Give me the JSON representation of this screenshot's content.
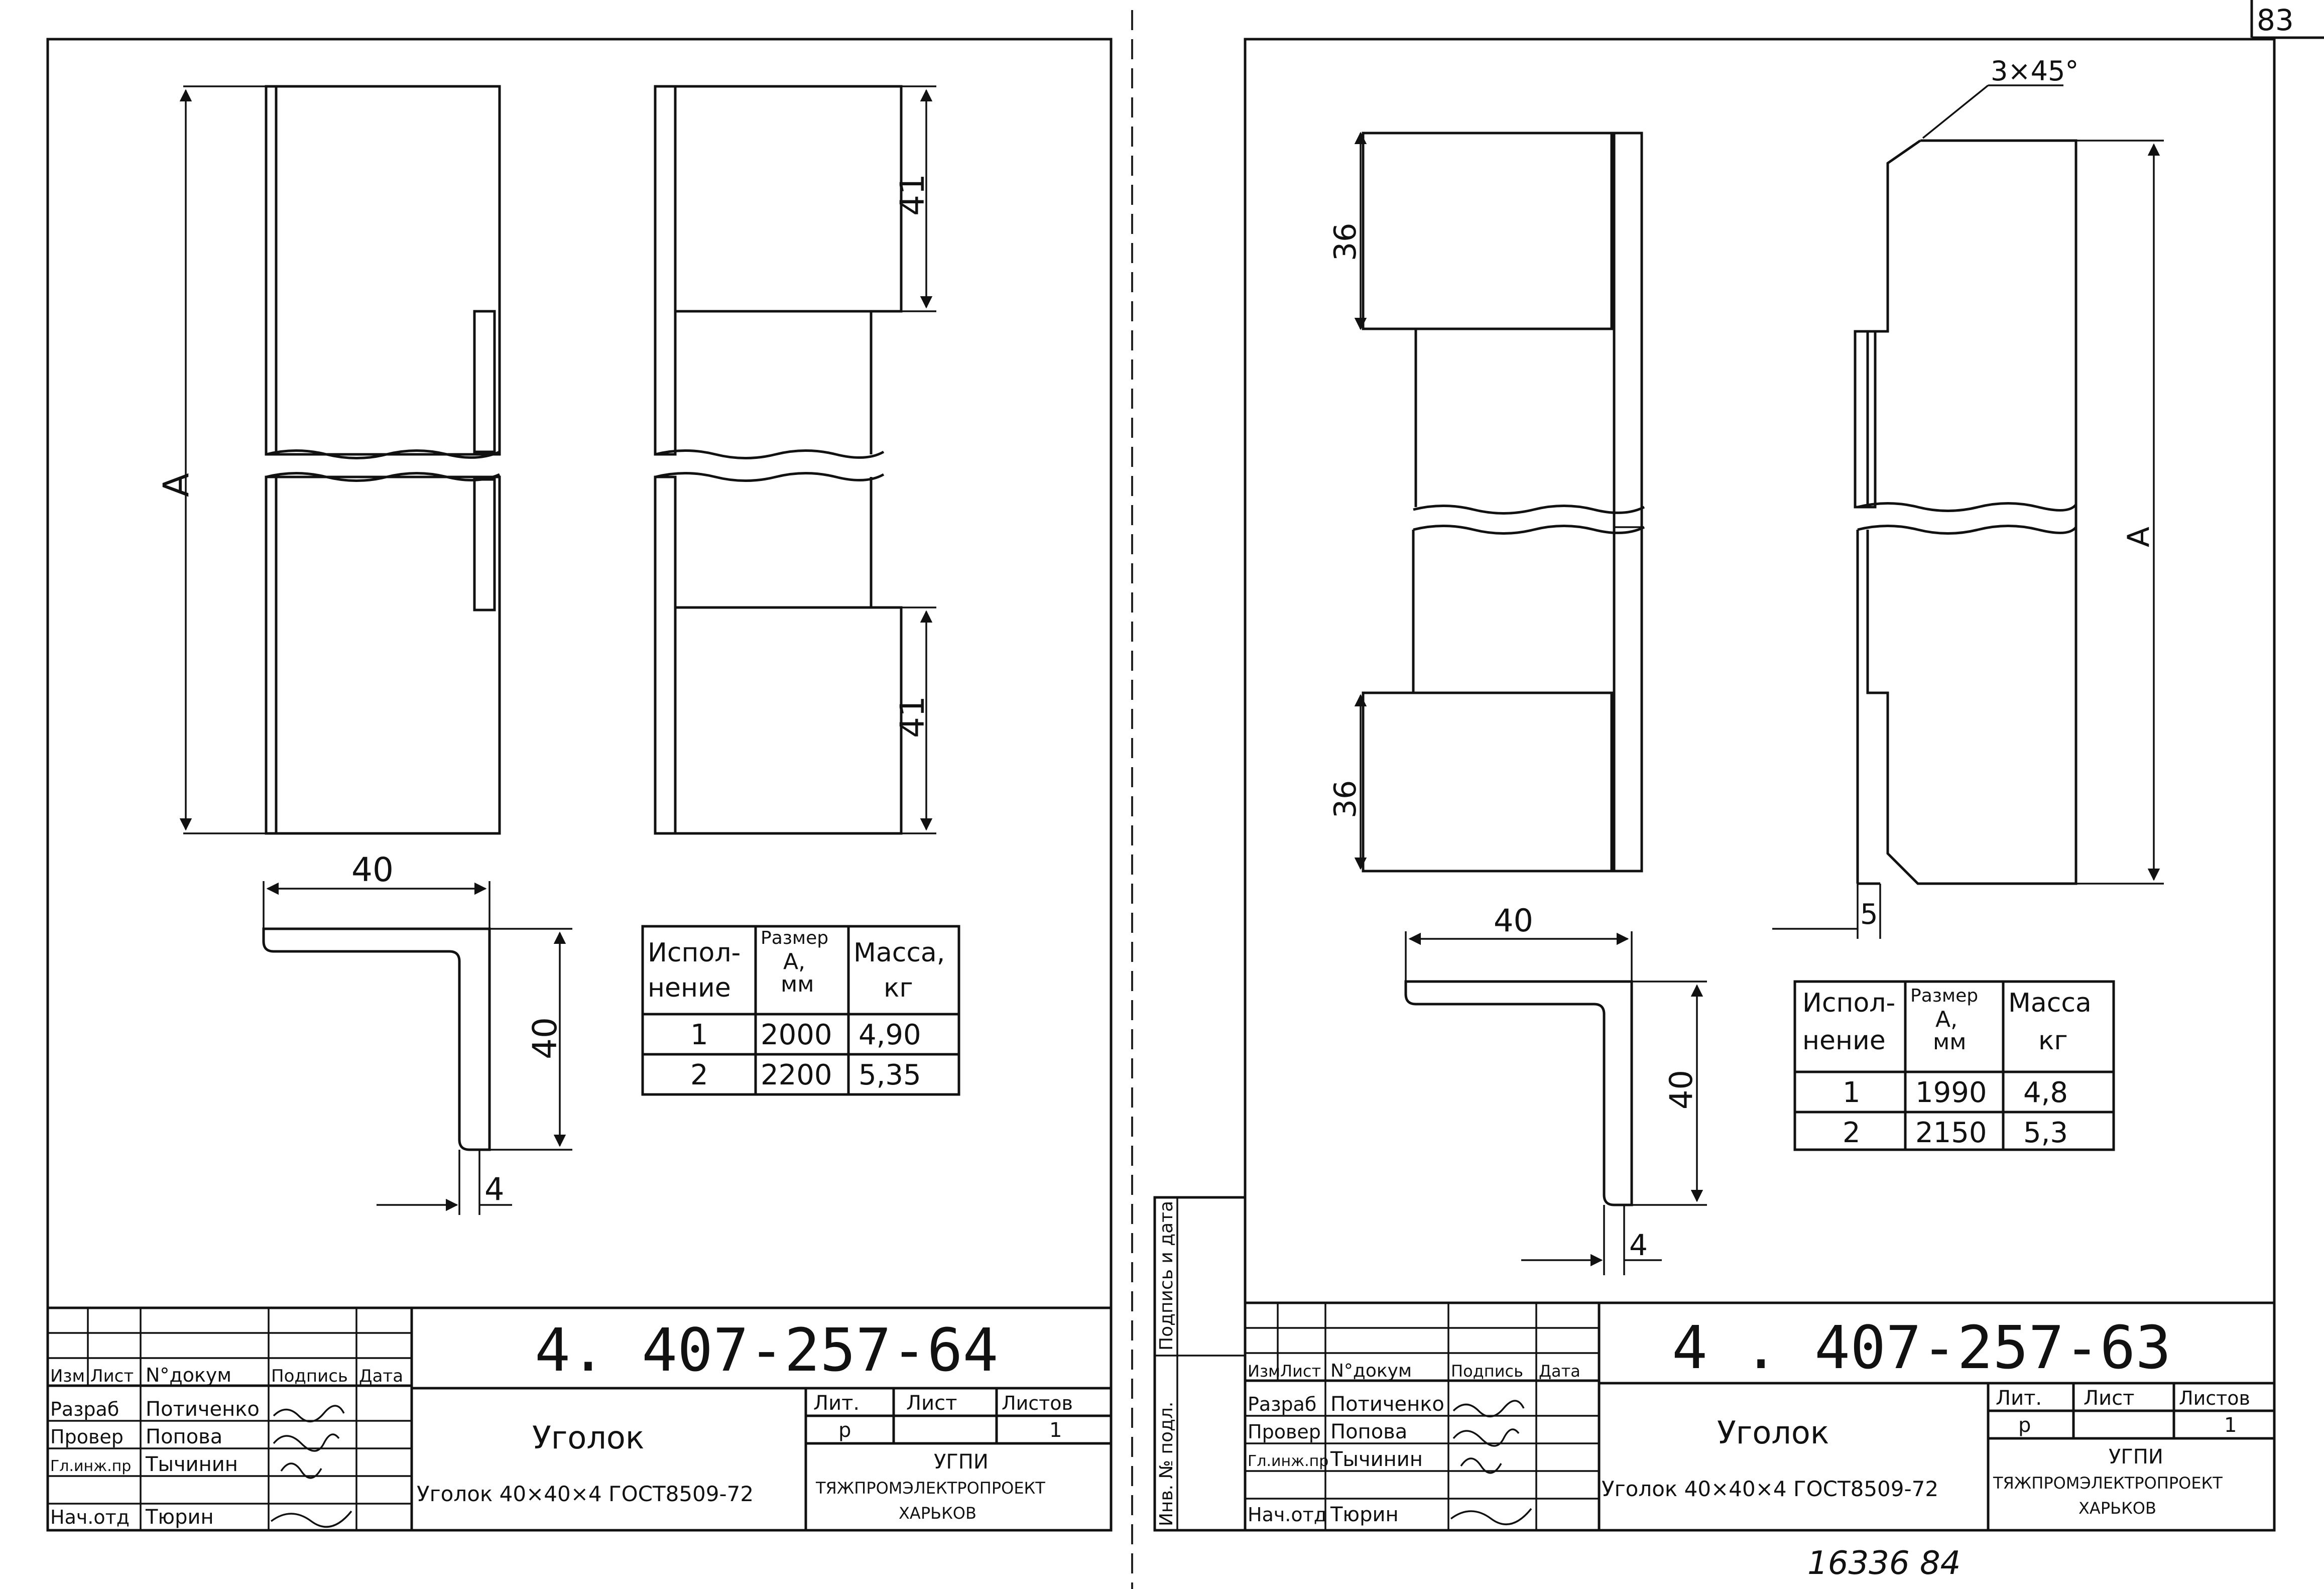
{
  "page_number": "83",
  "footer_note": "16336    84",
  "side_stamp": {
    "label_inv": "Инв. № подл.",
    "label_sign": "Подпись и дата"
  },
  "sheets": [
    {
      "drawing_number": "4. 407-257-64",
      "part_name": "Уголок",
      "material": "Уголок 40×40×4 ГОСТ8509-72",
      "dims": {
        "length": "А",
        "top_cut": "41",
        "bottom_cut": "41",
        "section_width": "40",
        "section_height": "40",
        "thickness": "4"
      },
      "table": {
        "headers": [
          "Испол-\nнение",
          "Размер\nА,\nмм",
          "Масса,\nкг"
        ],
        "rows": [
          [
            "1",
            "2000",
            "4,90"
          ],
          [
            "2",
            "2200",
            "5,35"
          ]
        ]
      },
      "title_block": {
        "headers": [
          "Изм",
          "Лист",
          "N°докум",
          "Подпись",
          "Дата"
        ],
        "people": [
          [
            "Разраб",
            "Потиченко"
          ],
          [
            "Провер",
            "Попова"
          ],
          [
            "Гл.инж.пр",
            "Тычинин"
          ],
          [
            "Нач.отд",
            "Тюрин"
          ]
        ],
        "lit_header": [
          "Лит.",
          "Лист",
          "Листов"
        ],
        "lit_values": [
          "р",
          "",
          "1"
        ],
        "org": [
          "УГПИ",
          "ТЯЖПРОМЭЛЕКТРОПРОЕКТ",
          "ХАРЬКОВ"
        ]
      }
    },
    {
      "drawing_number": "4 . 407-257-63",
      "part_name": "Уголок",
      "material": "Уголок 40×40×4 ГОСТ8509-72",
      "dims": {
        "chamfer": "3×45°",
        "length": "А",
        "top_cut": "36",
        "bottom_cut": "36",
        "offset": "5",
        "section_width": "40",
        "section_height": "40",
        "thickness": "4"
      },
      "table": {
        "headers": [
          "Испол-\nнение",
          "Размер\nА,\nмм",
          "Масса\nкг"
        ],
        "rows": [
          [
            "1",
            "1990",
            "4,8"
          ],
          [
            "2",
            "2150",
            "5,3"
          ]
        ]
      },
      "title_block": {
        "headers": [
          "Изм",
          "Лист",
          "N°докум",
          "Подпись",
          "Дата"
        ],
        "people": [
          [
            "Разраб",
            "Потиченко"
          ],
          [
            "Провер",
            "Попова"
          ],
          [
            "Гл.инж.пр",
            "Тычинин"
          ],
          [
            "Нач.отд",
            "Тюрин"
          ]
        ],
        "lit_header": [
          "Лит.",
          "Лист",
          "Листов"
        ],
        "lit_values": [
          "р",
          "",
          "1"
        ],
        "org": [
          "УГПИ",
          "ТЯЖПРОМЭЛЕКТРОПРОЕКТ",
          "ХАРЬКОВ"
        ]
      }
    }
  ]
}
